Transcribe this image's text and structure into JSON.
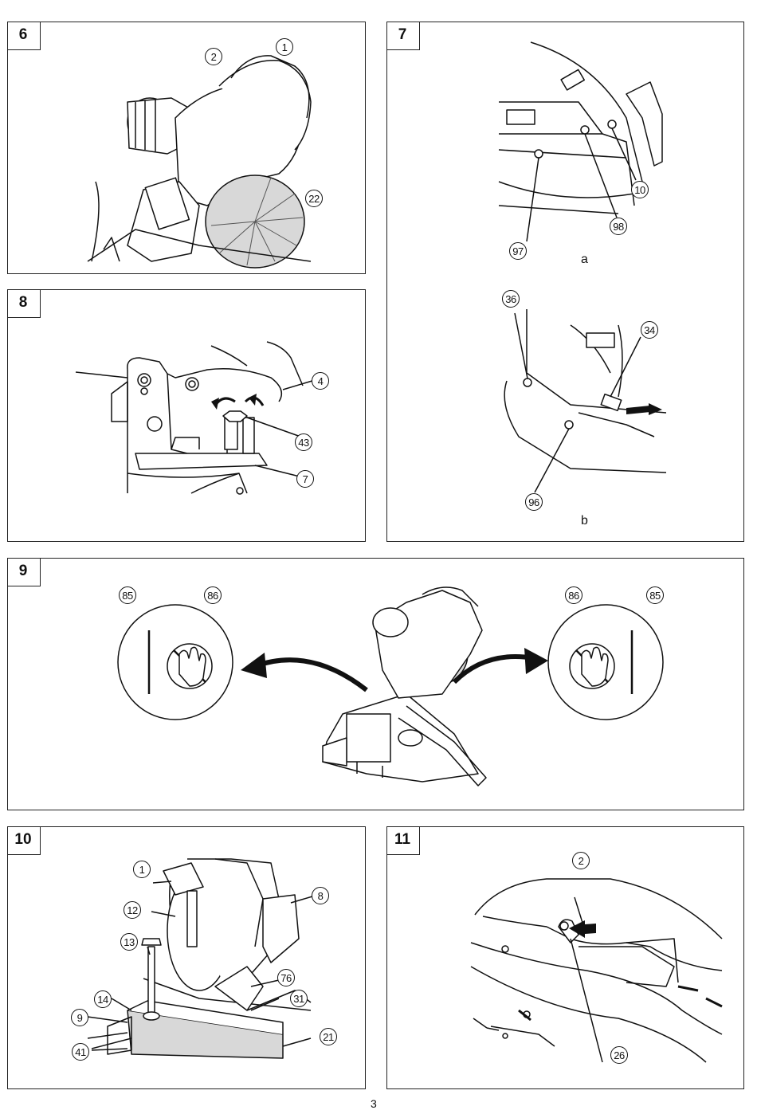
{
  "page_number": "3",
  "figures": {
    "fig6": {
      "number": "6",
      "callouts": [
        "1",
        "2",
        "22"
      ]
    },
    "fig7": {
      "number": "7",
      "callouts": [
        "10",
        "98",
        "97",
        "36",
        "34",
        "96"
      ],
      "sub_labels": [
        "a",
        "b"
      ]
    },
    "fig8": {
      "number": "8",
      "callouts": [
        "4",
        "43",
        "7"
      ]
    },
    "fig9": {
      "number": "9",
      "callouts": [
        "85",
        "86",
        "86",
        "85"
      ]
    },
    "fig10": {
      "number": "10",
      "callouts": [
        "1",
        "8",
        "12",
        "13",
        "76",
        "14",
        "31",
        "9",
        "21",
        "41"
      ]
    },
    "fig11": {
      "number": "11",
      "callouts": [
        "2",
        "26"
      ]
    }
  },
  "icons": [
    "saw-illustration-icon",
    "hand-prohibited-icon",
    "arrow-icon"
  ]
}
